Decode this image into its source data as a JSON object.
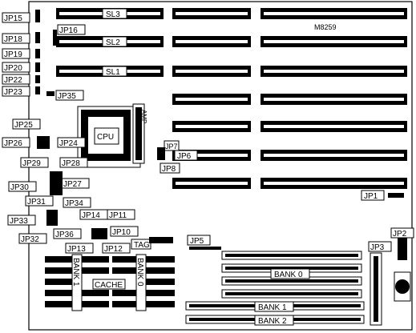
{
  "board": {
    "model": "M8259",
    "cpu": "CPU",
    "amp": "AMP",
    "slots": [
      "SL3",
      "SL2",
      "SL1"
    ],
    "cache": "CACHE",
    "tag": "TAG",
    "bank_left": "BANK 1",
    "bank_right": "BANK 0",
    "bank0": "BANK 0",
    "bank1": "BANK 1",
    "bank2": "BANK 2"
  },
  "jumpers": {
    "jp1": "JP1",
    "jp2": "JP2",
    "jp3": "JP3",
    "jp5": "JP5",
    "jp6": "JP6",
    "jp7": "JP7",
    "jp8": "JP8",
    "jp10": "JP10",
    "jp11": "JP11",
    "jp12": "JP12",
    "jp13": "JP13",
    "jp14": "JP14",
    "jp15": "JP15",
    "jp16": "JP16",
    "jp18": "JP18",
    "jp19": "JP19",
    "jp20": "JP20",
    "jp22": "JP22",
    "jp23": "JP23",
    "jp24": "JP24",
    "jp25": "JP25",
    "jp26": "JP26",
    "jp27": "JP27",
    "jp28": "JP28",
    "jp29": "JP29",
    "jp30": "JP30",
    "jp31": "JP31",
    "jp32": "JP32",
    "jp33": "JP33",
    "jp34": "JP34",
    "jp35": "JP35",
    "jp36": "JP36"
  }
}
